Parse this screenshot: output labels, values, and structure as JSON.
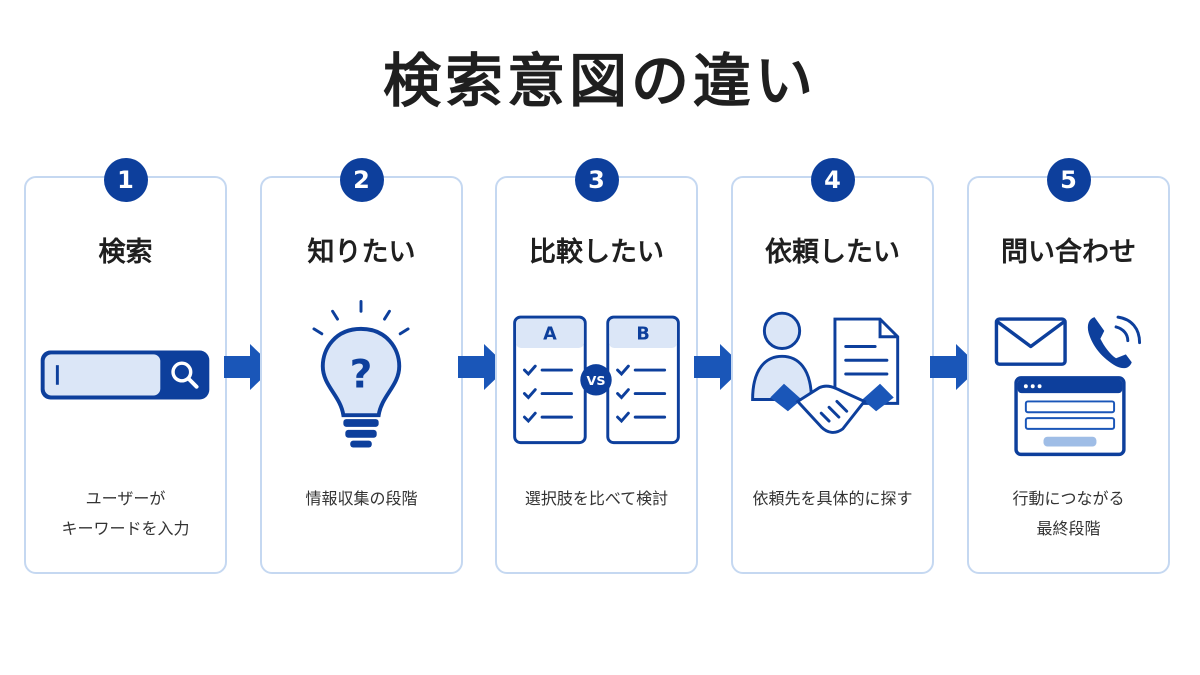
{
  "title": "検索意図の違い",
  "steps": [
    {
      "number": "1",
      "title": "検索",
      "description": "ユーザーが\nキーワードを入力",
      "icon": "search-bar-icon"
    },
    {
      "number": "2",
      "title": "知りたい",
      "description": "情報収集の段階",
      "icon": "lightbulb-question-icon"
    },
    {
      "number": "3",
      "title": "比較したい",
      "description": "選択肢を比べて検討",
      "icon": "comparison-checklist-icon",
      "compare_left": "A",
      "compare_right": "B",
      "vs_label": "VS"
    },
    {
      "number": "4",
      "title": "依頼したい",
      "description": "依頼先を具体的に探す",
      "icon": "handshake-document-icon"
    },
    {
      "number": "5",
      "title": "問い合わせ",
      "description": "行動につながる\n最終段階",
      "icon": "contact-form-icon"
    }
  ],
  "colors": {
    "primary": "#0d3f9c",
    "accent": "#1a56b8",
    "light": "#dbe6f7",
    "border": "#c5d8f1"
  }
}
